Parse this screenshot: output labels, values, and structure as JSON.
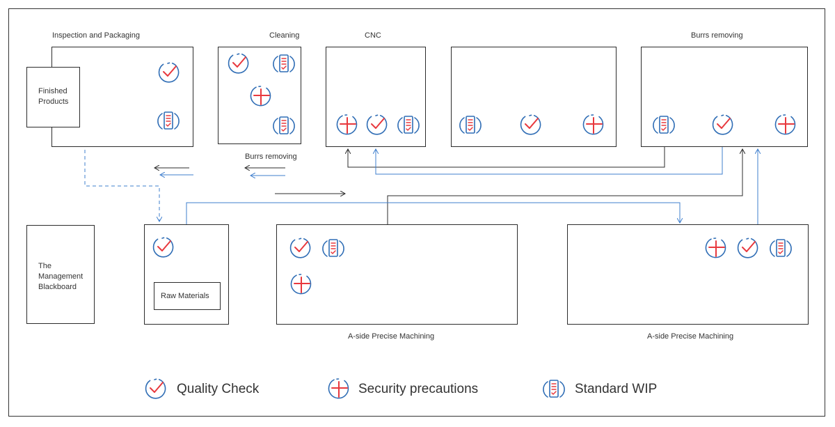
{
  "stations": {
    "inspection": "Inspection and Packaging",
    "finished_products": "Finished Products",
    "cleaning": "Cleaning",
    "cnc": "CNC",
    "burrs_top": "Burrs removing",
    "burrs_mid": "Burrs removing",
    "blackboard": "The Management Blackboard",
    "raw_materials": "Raw Materials",
    "a_side_1": "A-side Precise Machining",
    "a_side_2": "A-side Precise Machining"
  },
  "legend": {
    "quality": "Quality Check",
    "security": "Security precautions",
    "wip": "Standard WIP"
  },
  "colors": {
    "check_red": "#e8383d",
    "icon_blue": "#2f6db5",
    "line_dark": "#2b2b2b",
    "line_blue": "#3f7fce"
  },
  "icon_names": [
    "quality-check-icon",
    "security-precautions-icon",
    "standard-wip-icon"
  ]
}
